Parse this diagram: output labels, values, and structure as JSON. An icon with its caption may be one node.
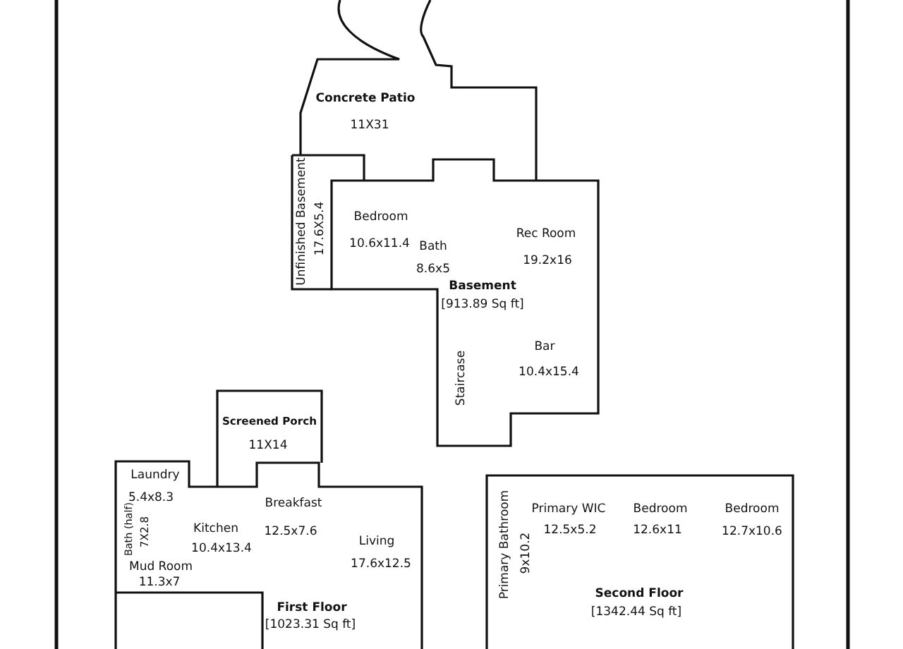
{
  "diagram": {
    "labels": [
      "Concrete Patio",
      "11X31",
      "Unfinished Basement",
      "17.6X5.4",
      "Bedroom",
      "10.6x11.4",
      "Bath",
      "8.6x5",
      "Rec Room",
      "19.2x16",
      "Basement",
      "[913.89 Sq ft]",
      "Staircase",
      "Bar",
      "10.4x15.4",
      "Screened Porch",
      "11X14",
      "Laundry",
      "5.4x8.3",
      "Bath (half)",
      "7X2.8",
      "Kitchen",
      "10.4x13.4",
      "Breakfast",
      "12.5x7.6",
      "Living",
      "17.6x12.5",
      "Mud Room",
      "11.3x7",
      "First Floor",
      "[1023.31 Sq ft]",
      "Primary Bathroom",
      "9x10.2",
      "Primary WIC",
      "12.5x5.2",
      "Bedroom",
      "12.6x11",
      "Bedroom",
      "12.7x10.6",
      "Second Floor",
      "[1342.44 Sq ft]"
    ]
  }
}
